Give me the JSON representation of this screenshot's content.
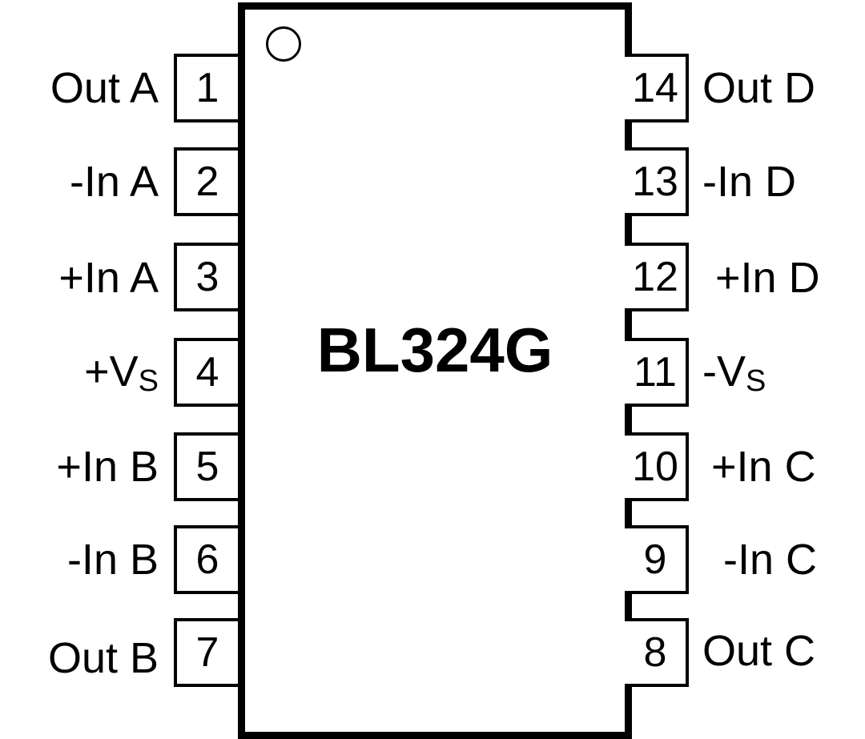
{
  "part_number": "BL324G",
  "left_pins": [
    {
      "number": "1",
      "name": "Out A",
      "sub": ""
    },
    {
      "number": "2",
      "name": "-In A",
      "sub": ""
    },
    {
      "number": "3",
      "name": "+In A",
      "sub": ""
    },
    {
      "number": "4",
      "name": "+V",
      "sub": "S"
    },
    {
      "number": "5",
      "name": "+In B",
      "sub": ""
    },
    {
      "number": "6",
      "name": "-In B",
      "sub": ""
    },
    {
      "number": "7",
      "name": "Out B",
      "sub": ""
    }
  ],
  "right_pins": [
    {
      "number": "14",
      "name": "Out D",
      "sub": ""
    },
    {
      "number": "13",
      "name": "-In D",
      "sub": ""
    },
    {
      "number": "12",
      "name": "+In D",
      "sub": ""
    },
    {
      "number": "11",
      "name": "-V",
      "sub": "S"
    },
    {
      "number": "10",
      "name": "+In C",
      "sub": ""
    },
    {
      "number": "9",
      "name": "-In C",
      "sub": ""
    },
    {
      "number": "8",
      "name": "Out C",
      "sub": ""
    }
  ]
}
